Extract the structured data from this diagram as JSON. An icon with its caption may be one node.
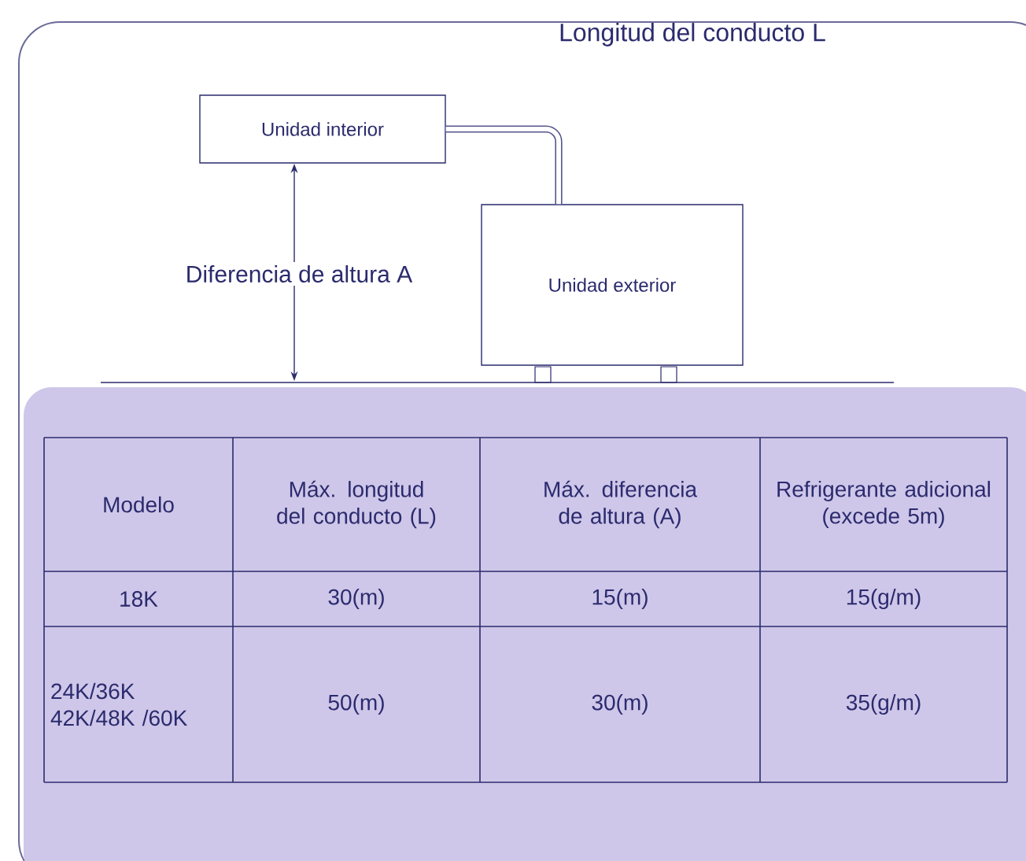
{
  "diagram": {
    "nodes": [
      {
        "text": [
          "Unidad interior"
        ]
      },
      {
        "text": [
          "Unidad exterior"
        ]
      }
    ],
    "edges": [
      {
        "from": 0,
        "to": 1,
        "arrow": "none",
        "label": "Longitud del conducto L"
      }
    ],
    "labels": [
      "Diferencia de altura A",
      "Modelo",
      "Máx. longitud del conducto (L)",
      "Máx. diferencia de altura (A)",
      "Refrigerante adicional (excede 5m)",
      "18K",
      "30(m)",
      "15(m)",
      "15(g/m)",
      "24K/36K 42K/48K /60K",
      "50(m)",
      "30(m)",
      "35(g/m)"
    ]
  }
}
